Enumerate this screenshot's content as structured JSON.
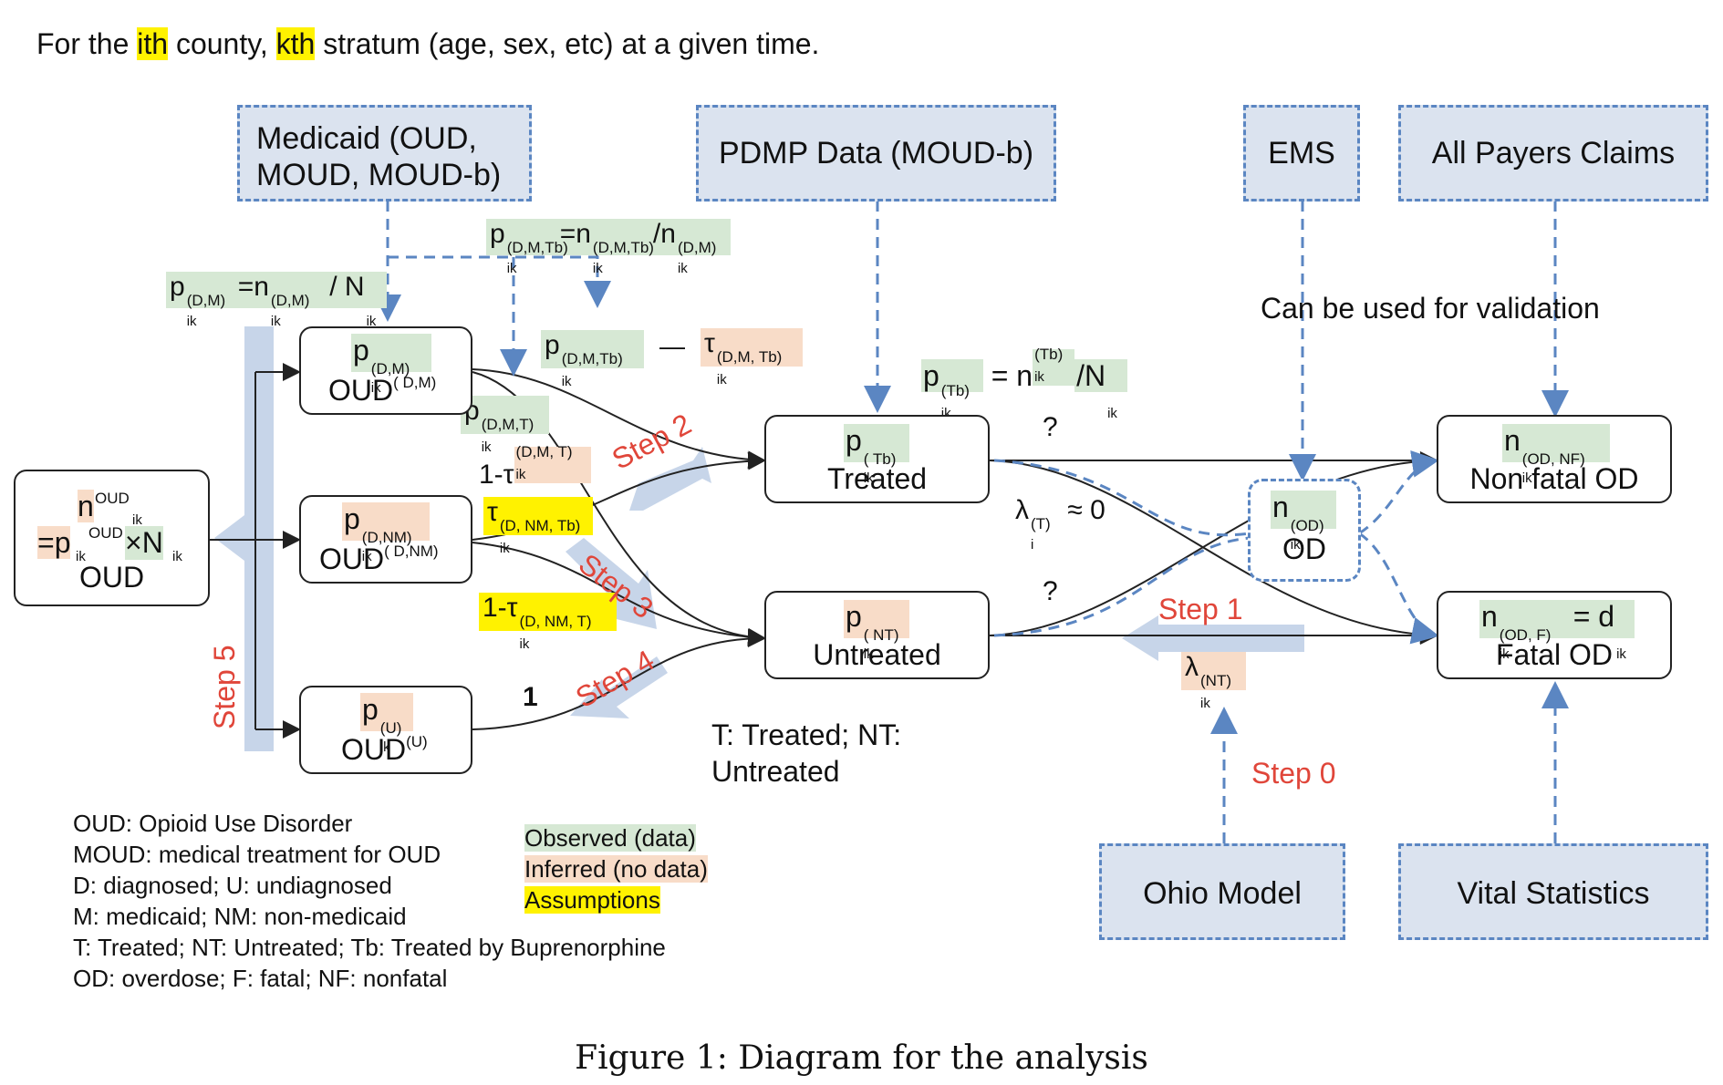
{
  "header": {
    "prefix": "For the ",
    "ith": "ith",
    "mid": " county, ",
    "kth": "kth",
    "suffix": " stratum (age, sex, etc) at a given time."
  },
  "sources": {
    "medicaid": "Medicaid (OUD,\nMOUD, MOUD-b)",
    "pdmp": "PDMP Data (MOUD-b)",
    "ems": "EMS",
    "all_payers": "All Payers Claims",
    "ohio_model": "Ohio Model",
    "vital_stats": "Vital Statistics"
  },
  "validation_note": "Can be used for validation",
  "nodes": {
    "oud_total": {
      "n": "n",
      "n_sup": "OUD",
      "n_sub": "ik",
      "eq": "=p",
      "p_sub": "ik",
      "p_sup": "OUD",
      "times": "×N",
      "N_sub": "ik",
      "label": "OUD"
    },
    "oud_dm": {
      "p": "p",
      "sup": "(D,M)",
      "sub": "ik",
      "label": "OUD",
      "label_sup": "( D,M)"
    },
    "oud_dnm": {
      "p": "p",
      "sup": "(D,NM)",
      "sub": "ik",
      "label": "OUD",
      "label_sup": "( D,NM)"
    },
    "oud_u": {
      "p": "p",
      "sup": "(U)",
      "sub": "ik",
      "label": "OUD",
      "label_sup": "(U)"
    },
    "treated": {
      "p": "p",
      "sup": "( Tb)",
      "sub": "ik",
      "label": "Treated"
    },
    "untreated": {
      "p": "p",
      "sup": "( NT)",
      "sub": "ik",
      "label": "Untreated"
    },
    "od": {
      "n": "n",
      "sup": "(OD)",
      "sub": "ik",
      "label": "OD"
    },
    "nonfatal": {
      "n": "n",
      "sup": "(OD, NF)",
      "sub": "ik",
      "label": "Non fatal OD"
    },
    "fatal": {
      "n": "n",
      "sup": "(OD, F)",
      "sub": "ik",
      "eq": " = d",
      "d_sub": "ik",
      "label": "Fatal OD"
    }
  },
  "formulas": {
    "p_dm": {
      "a": "p",
      "a_sub": "ik",
      "a_sup": "(D,M)",
      "eq": "=n",
      "b_sub": "ik",
      "b_sup": "(D,M)",
      "div": " / N",
      "c_sub": "ik"
    },
    "p_dmtb": {
      "a": "p",
      "a_sub": "ik",
      "a_sup": "(D,M,Tb)",
      "eq": "=n",
      "b_sub": "ik",
      "b_sup": "(D,M,Tb)",
      "div": "/n",
      "c_sub": "ik",
      "c_sup": "(D,M)"
    },
    "p_dmtb_short": {
      "a": "p",
      "a_sub": "ik",
      "a_sup": "(D,M,Tb)",
      "dash": "—"
    },
    "tau_dmtb": {
      "a": "τ",
      "a_sub": "ik",
      "a_sup": "(D,M, Tb)"
    },
    "p_tb": {
      "a": "p",
      "a_sub": "ik",
      "a_sup": "(Tb)",
      "eq": " = n",
      "b_sub": "ik",
      "b_sup": "(Tb)",
      "div": "/N",
      "c_sub": "ik"
    },
    "p_dmt": {
      "a": "p",
      "a_sub": "ik",
      "a_sup": "(D,M,T)"
    },
    "one_minus_tau_dmt": {
      "a": "1-τ",
      "a_sub": "ik",
      "a_sup": "(D,M, T)"
    },
    "tau_dnmtb": {
      "a": "τ",
      "a_sub": "ik",
      "a_sup": "(D, NM, Tb)"
    },
    "one_minus_tau_dnmt": {
      "a": "1-τ",
      "a_sub": "ik",
      "a_sup": "(D, NM, T)"
    },
    "one": "1",
    "lambda_t": {
      "a": "λ",
      "a_sub": "i",
      "a_sup": "(T)",
      "rest": " ≈ 0"
    },
    "lambda_nt": {
      "a": "λ",
      "a_sub": "ik",
      "a_sup": "(NT)"
    },
    "q1": "?",
    "q2": "?"
  },
  "steps": [
    "Step 0",
    "Step 1",
    "Step 2",
    "Step 3",
    "Step 4",
    "Step 5"
  ],
  "tnt_note": "T:  Treated; NT:\nUntreated",
  "legend_defs": [
    "OUD: Opioid Use Disorder",
    "MOUD: medical treatment for OUD",
    "D: diagnosed; U: undiagnosed",
    "M: medicaid; NM: non-medicaid",
    "T:  Treated; NT:  Untreated; Tb: Treated by Buprenorphine",
    "OD: overdose; F: fatal; NF: nonfatal"
  ],
  "legend_keys": {
    "observed": "Observed (data)",
    "inferred": "Inferred (no data)",
    "assumptions": "Assumptions"
  },
  "colors": {
    "observed": "#d6e8d4",
    "inferred": "#f8dcc8",
    "assumptions": "#fff200",
    "source_fill": "#dbe3ef",
    "dash_blue": "#5b86c2",
    "step_red": "#e0463a",
    "step_arrow": "#c7d5e9"
  },
  "caption": "Figure 1: Diagram for the analysis"
}
